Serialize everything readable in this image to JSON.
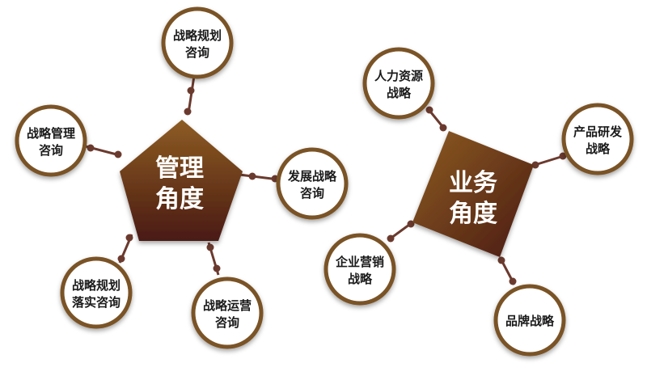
{
  "management": {
    "center_lines": [
      "管理",
      "角度"
    ],
    "nodes": [
      {
        "id": "strategy-planning",
        "lines": [
          "战略规划",
          "咨询"
        ]
      },
      {
        "id": "strategy-management",
        "lines": [
          "战略管理",
          "咨询"
        ]
      },
      {
        "id": "development-strategy",
        "lines": [
          "发展战略",
          "咨询"
        ]
      },
      {
        "id": "strategy-implementation",
        "lines": [
          "战略规划",
          "落实咨询"
        ]
      },
      {
        "id": "strategy-operation",
        "lines": [
          "战略运营",
          "咨询"
        ]
      }
    ]
  },
  "business": {
    "center_lines": [
      "业务",
      "角度"
    ],
    "nodes": [
      {
        "id": "hr-strategy",
        "lines": [
          "人力资源",
          "战略"
        ]
      },
      {
        "id": "product-rd-strategy",
        "lines": [
          "产品研发",
          "战略"
        ]
      },
      {
        "id": "marketing-strategy",
        "lines": [
          "企业营销",
          "战略"
        ]
      },
      {
        "id": "brand-strategy",
        "lines": [
          "品牌战略"
        ]
      }
    ]
  },
  "colors": {
    "ring": "#7a5226",
    "center_top": "#8b5a22",
    "center_bottom": "#4a1a12",
    "connector": "#6b3a2e"
  }
}
